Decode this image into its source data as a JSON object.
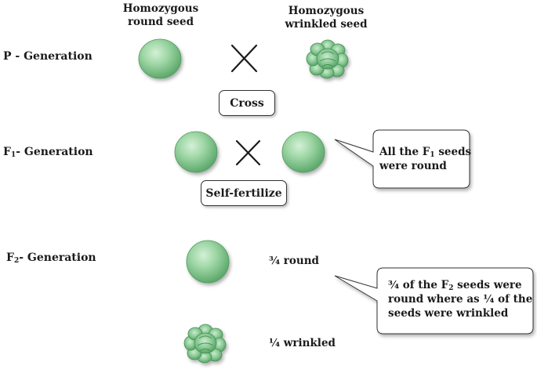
{
  "labels": {
    "homozygous_round_1": "Homozygous",
    "homozygous_round_2": "round seed",
    "homozygous_wrinkled_1": "Homozygous",
    "homozygous_wrinkled_2": "wrinkled seed",
    "p_generation": "P - Generation",
    "f1_prefix": "F",
    "f1_sub": "1",
    "f1_suffix": "- Generation",
    "f2_prefix": "F",
    "f2_sub": "2",
    "f2_suffix": "- Generation",
    "three_quarter_round": "¾ round",
    "one_quarter_wrinkled": "¼  wrinkled"
  },
  "boxes": {
    "cross": "Cross",
    "self_fertilize": "Self-fertilize"
  },
  "callouts": {
    "f1_line1_a": "All the F",
    "f1_line1_sub": "1",
    "f1_line1_b": " seeds",
    "f1_line2": "were round",
    "f2_line1_a": "¾ of the F",
    "f2_line1_sub": "2",
    "f2_line1_b": " seeds were",
    "f2_line2": "round where  as ¼ of the",
    "f2_line3": "seeds were wrinkled"
  },
  "colors": {
    "seed_green": "#8fd09a",
    "seed_dark": "#4f9a5f",
    "wrinkled_green": "#7cc38b",
    "cross_mark": "#1a1a1a"
  }
}
